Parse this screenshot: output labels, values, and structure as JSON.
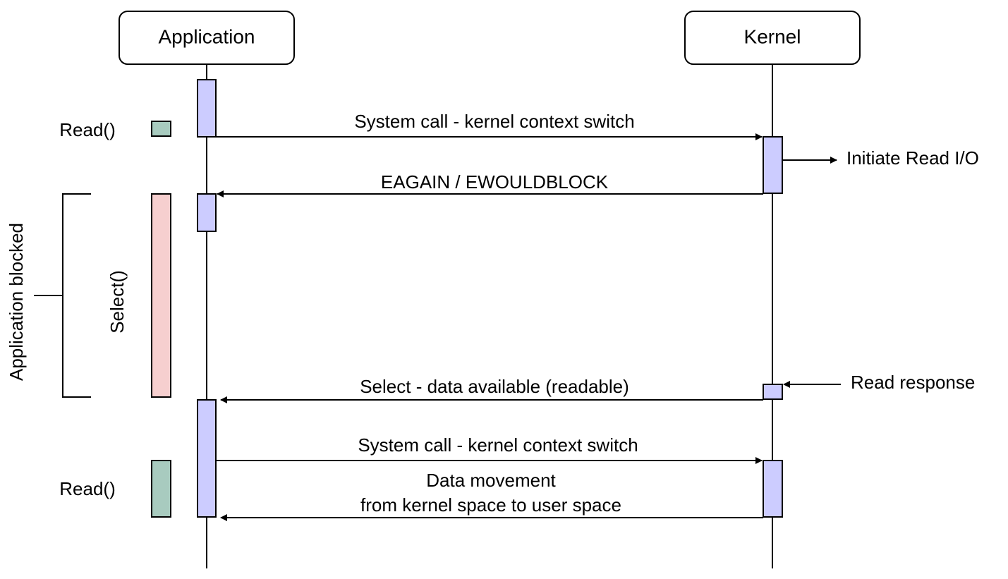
{
  "participants": {
    "application": "Application",
    "kernel": "Kernel"
  },
  "messages": {
    "syscall_1": "System call - kernel context switch",
    "eagain": "EAGAIN / EWOULDBLOCK",
    "select_available": "Select - data available (readable)",
    "syscall_2": "System call - kernel context switch",
    "data_movement_line1": "Data movement",
    "data_movement_line2": "from kernel space to user space"
  },
  "annotations": {
    "initiate_read": "Initiate Read I/O",
    "read_response": "Read response"
  },
  "side_labels": {
    "read_1": "Read()",
    "read_2": "Read()",
    "select": "Select()",
    "application_blocked": "Application blocked"
  },
  "colors": {
    "activation_fill": "#ccccff",
    "read_fill": "#a8cbbf",
    "select_fill": "#f6cfcf",
    "stroke": "#000000"
  }
}
